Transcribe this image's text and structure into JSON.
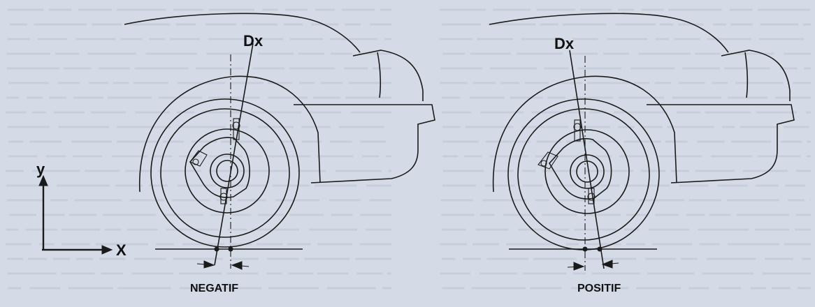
{
  "axes": {
    "y_label": "y",
    "x_label": "X"
  },
  "left_figure": {
    "axis_label": "Dx",
    "caption": "NEGATIF"
  },
  "right_figure": {
    "axis_label": "Dx",
    "caption": "POSITIF"
  },
  "colors": {
    "background": "#d5dbe6",
    "ink": "#1a1a1a"
  }
}
